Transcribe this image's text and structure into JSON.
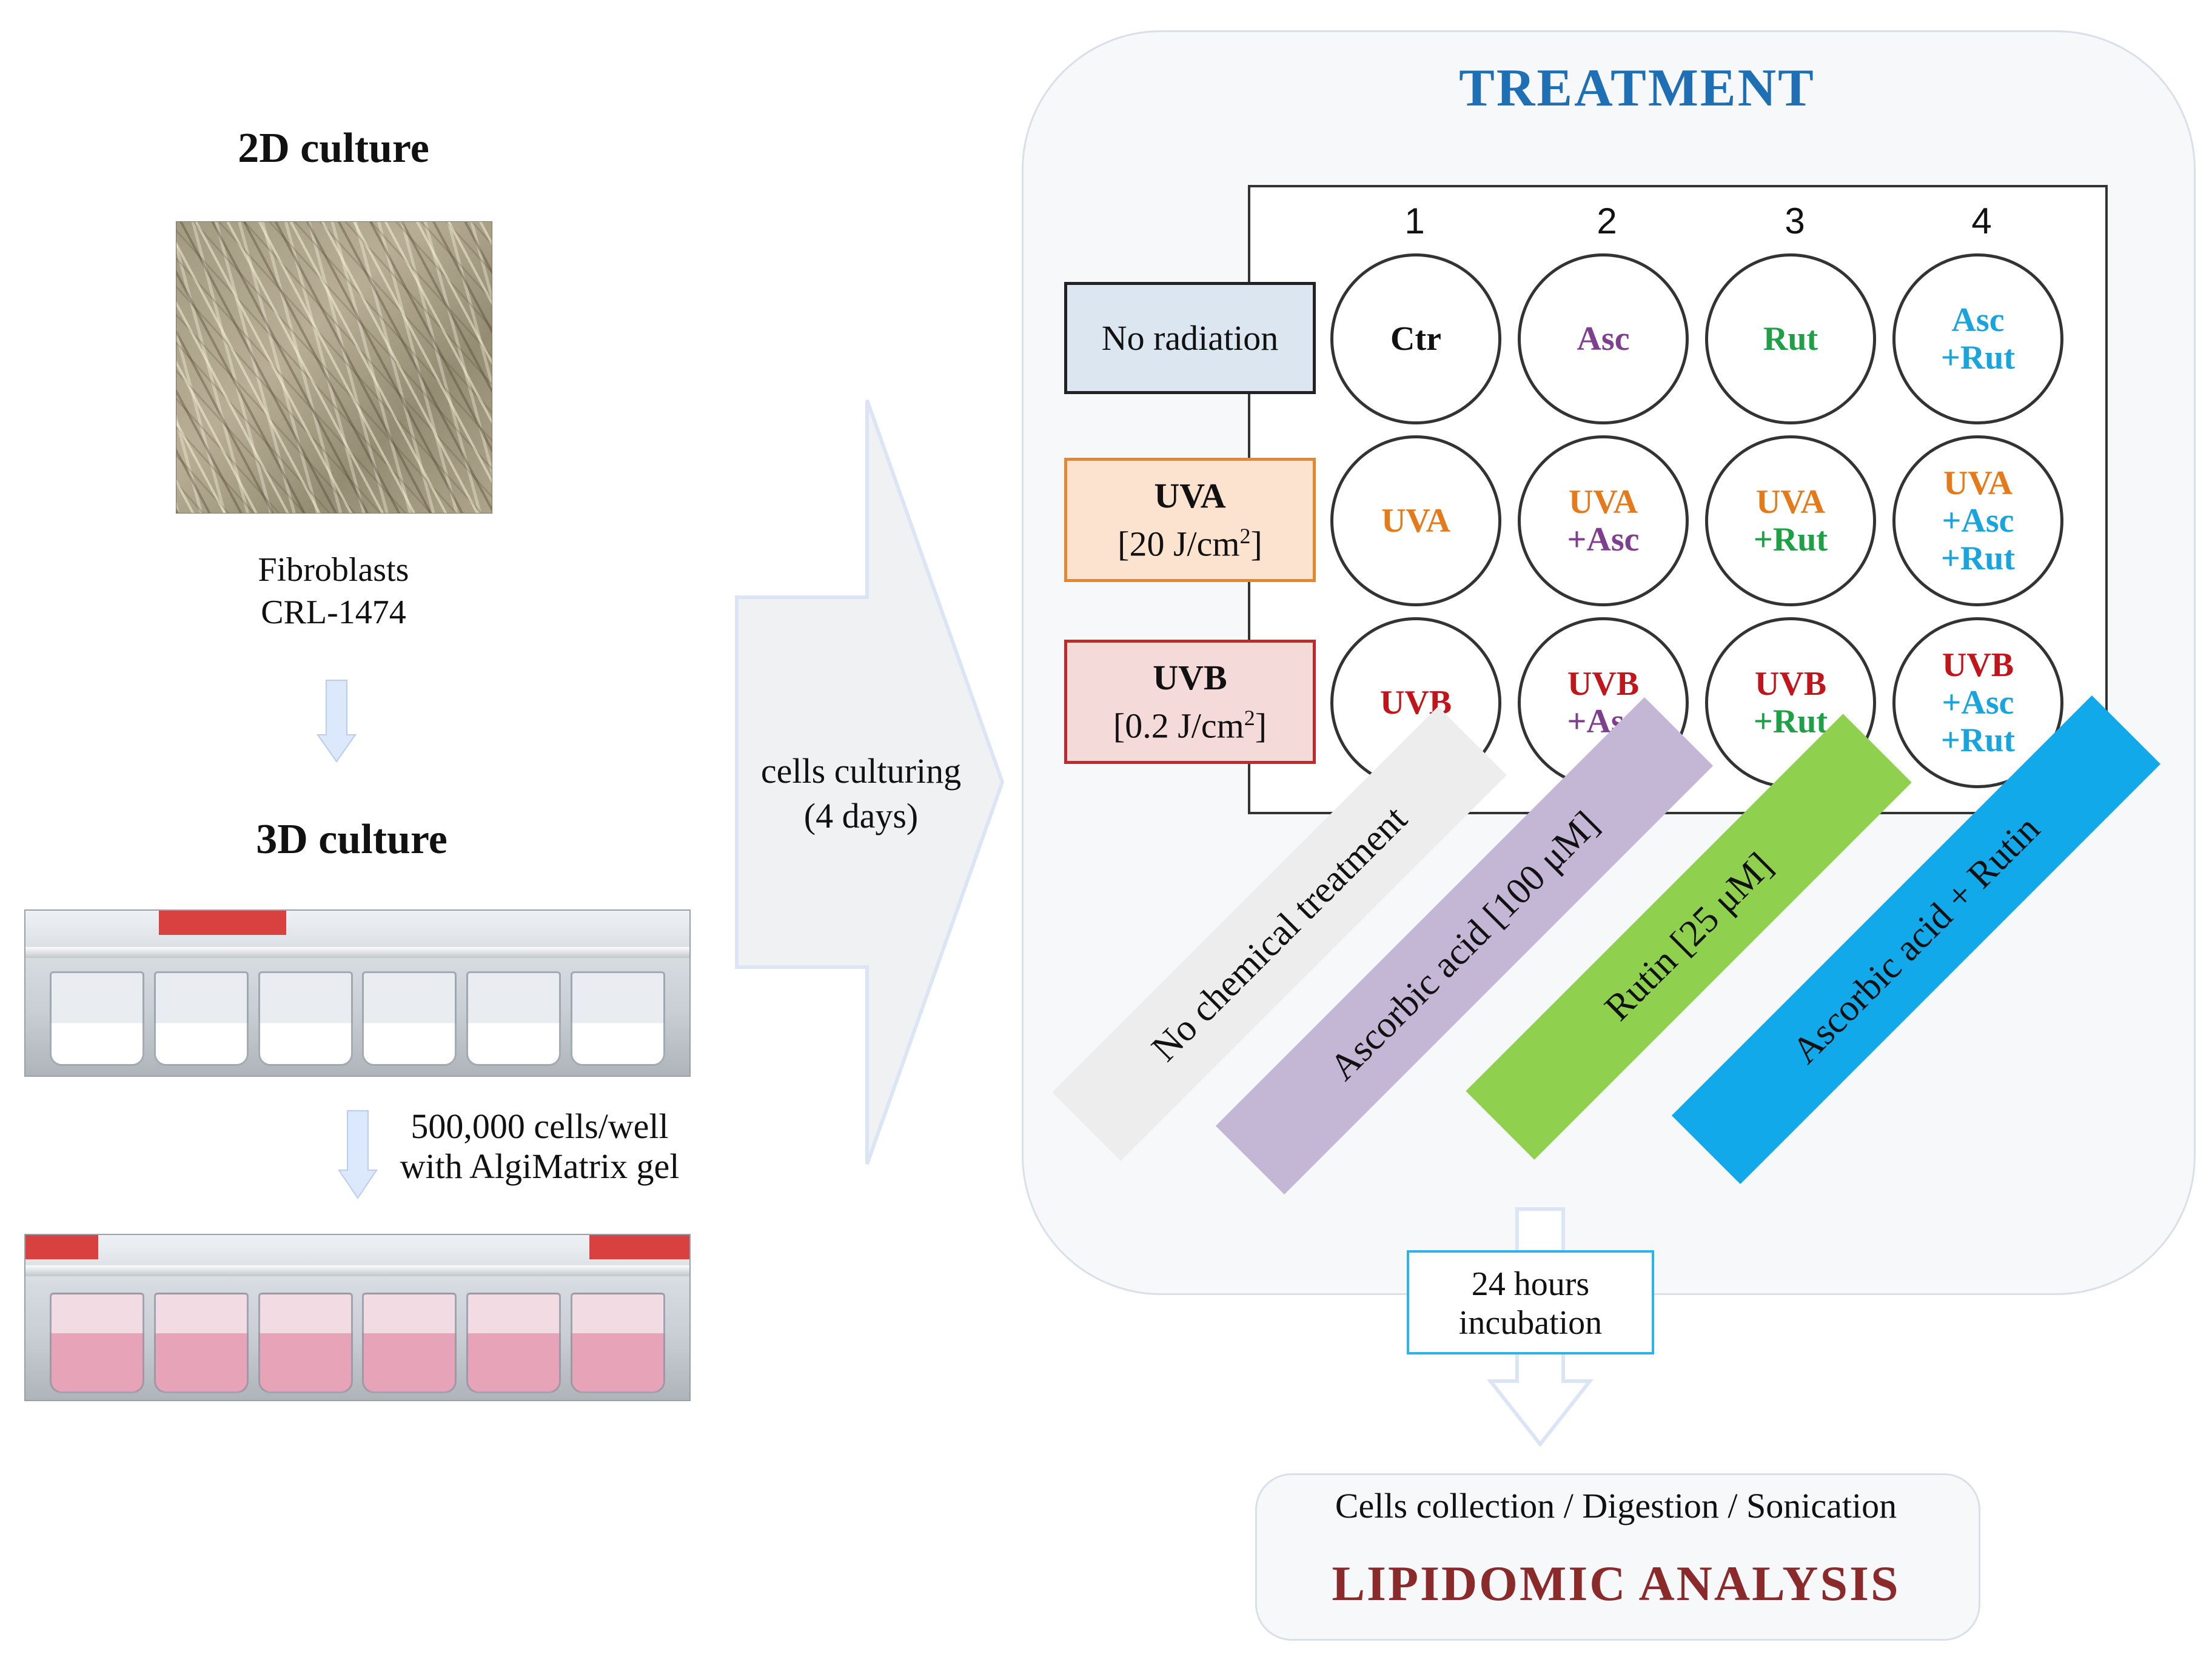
{
  "left": {
    "title_2d": "2D culture",
    "cell_line_1": "Fibroblasts",
    "cell_line_2": "CRL-1474",
    "title_3d": "3D culture",
    "seeding_1": "500,000 cells/well",
    "seeding_2": "with AlgiMatrix gel"
  },
  "middle": {
    "culturing_1": "cells culturing",
    "culturing_2": "(4 days)"
  },
  "treatment": {
    "title": "TREATMENT",
    "columns": [
      "1",
      "2",
      "3",
      "4"
    ],
    "rows": [
      {
        "label_1": "No radiation",
        "label_2": ""
      },
      {
        "label_1": "UVA",
        "label_2": "[20 J/cm",
        "sup": "2",
        "label_3": "]"
      },
      {
        "label_1": "UVB",
        "label_2": "[0.2 J/cm",
        "sup": "2",
        "label_3": "]"
      }
    ],
    "wells": [
      [
        [
          "Ctr"
        ],
        [
          "Asc"
        ],
        [
          "Rut"
        ],
        [
          "Asc",
          "+Rut"
        ]
      ],
      [
        [
          "UVA"
        ],
        [
          "UVA",
          "+Asc"
        ],
        [
          "UVA",
          "+Rut"
        ],
        [
          "UVA",
          "+Asc",
          "+Rut"
        ]
      ],
      [
        [
          "UVB"
        ],
        [
          "UVB",
          "+Asc"
        ],
        [
          "UVB",
          "+Rut"
        ],
        [
          "UVB",
          "+Asc",
          "+Rut"
        ]
      ]
    ],
    "bands": [
      "No chemical treatment",
      "Ascorbic acid [100 μM]",
      "Rutin [25 μM]",
      "Ascorbic acid + Rutin"
    ]
  },
  "incubation": {
    "line_1": "24 hours",
    "line_2": "incubation"
  },
  "analysis": {
    "steps": "Cells collection / Digestion / Sonication",
    "title": "LIPIDOMIC ANALYSIS"
  },
  "colors": {
    "title_blue": "#1f6fb5",
    "analysis_red": "#8b2a2a",
    "band_grey": "#ededed",
    "band_lavender": "#c4b7d6",
    "band_green": "#8fd14f",
    "band_blue": "#12a9ea"
  },
  "icons": [
    "down-arrow-icon",
    "right-arrow-icon"
  ]
}
